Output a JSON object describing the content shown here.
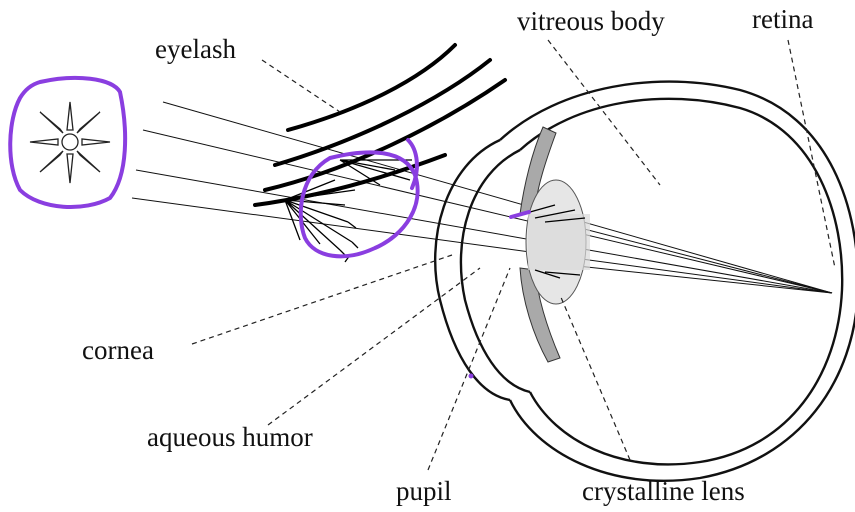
{
  "labels": {
    "eyelash": "eyelash",
    "vitreous_body": "vitreous body",
    "retina": "retina",
    "cornea": "cornea",
    "aqueous_humor": "aqueous humor",
    "pupil": "pupil",
    "crystalline_lens": "crystalline lens"
  },
  "colors": {
    "annotation": "#8a3ee0",
    "lens_fill": "#e6e6e6",
    "iris_fill": "#a9a9a9",
    "line": "#111111"
  }
}
